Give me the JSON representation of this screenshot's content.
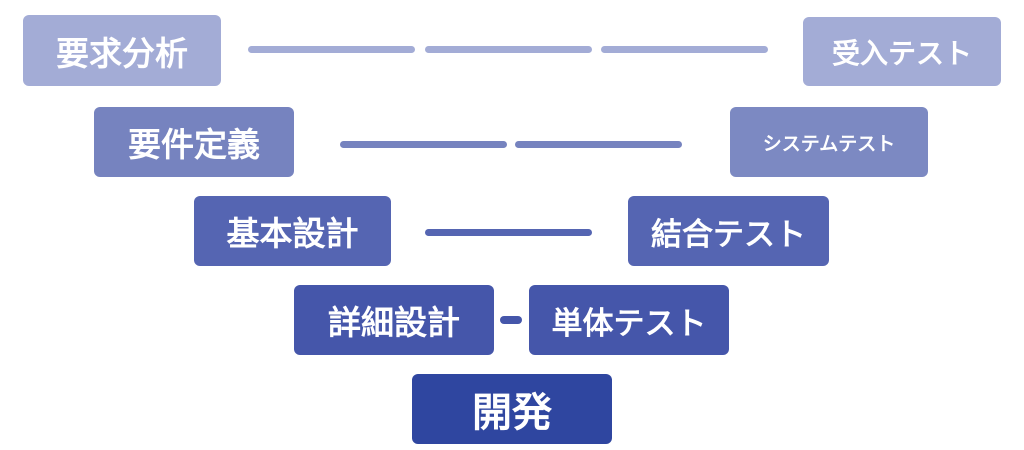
{
  "diagram": {
    "levels": [
      {
        "left": "要求分析",
        "right": "受入テスト",
        "color": "#a3acd6"
      },
      {
        "left": "要件定義",
        "right": "システムテスト",
        "color": "#7683bf"
      },
      {
        "left": "基本設計",
        "right": "結合テスト",
        "color": "#5565b2"
      },
      {
        "left": "詳細設計",
        "right": "単体テスト",
        "color": "#4556aa"
      }
    ],
    "bottom": {
      "label": "開発",
      "color": "#2f46a0"
    }
  }
}
